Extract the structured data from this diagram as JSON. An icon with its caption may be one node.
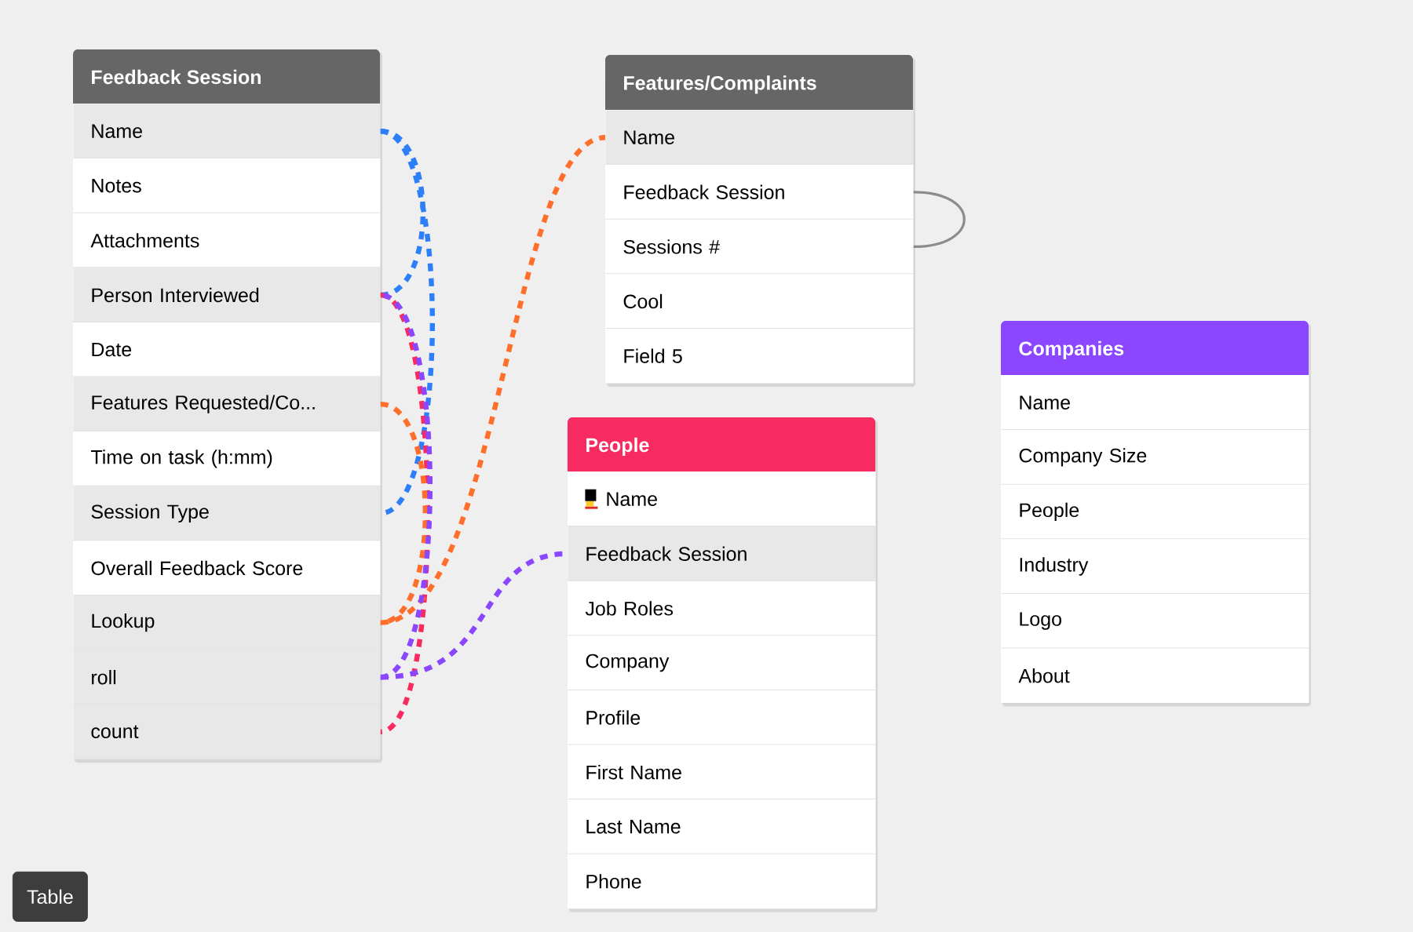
{
  "diagram": {
    "nodes": [
      {
        "text": [
          "Feedback Session"
        ]
      },
      {
        "text": [
          "Name"
        ],
        "in": 0
      },
      {
        "text": [
          "Notes"
        ],
        "in": 0
      },
      {
        "text": [
          "Attachments"
        ],
        "in": 0
      },
      {
        "text": [
          "Person Interviewed"
        ],
        "in": 0
      },
      {
        "text": [
          "Date"
        ],
        "in": 0
      },
      {
        "text": [
          "Features Requested/Co..."
        ],
        "in": 0
      },
      {
        "text": [
          "Time on task (h:mm)"
        ],
        "in": 0
      },
      {
        "text": [
          "Session Type"
        ],
        "in": 0
      },
      {
        "text": [
          "Overall Feedback Score"
        ],
        "in": 0
      },
      {
        "text": [
          "Lookup"
        ],
        "in": 0
      },
      {
        "text": [
          "roll"
        ],
        "in": 0
      },
      {
        "text": [
          "count"
        ],
        "in": 0
      },
      {
        "text": [
          "Features/Complaints"
        ]
      },
      {
        "text": [
          "Name"
        ],
        "in": 13
      },
      {
        "text": [
          "Feedback Session"
        ],
        "in": 13
      },
      {
        "text": [
          "Sessions #"
        ],
        "in": 13
      },
      {
        "text": [
          "Cool"
        ],
        "in": 13
      },
      {
        "text": [
          "Field 5"
        ],
        "in": 13
      },
      {
        "text": [
          "People"
        ]
      },
      {
        "text": [
          "Name"
        ],
        "in": 19
      },
      {
        "text": [
          "Feedback Session"
        ],
        "in": 19
      },
      {
        "text": [
          "Job Roles"
        ],
        "in": 19
      },
      {
        "text": [
          "Company"
        ],
        "in": 19
      },
      {
        "text": [
          "Profile"
        ],
        "in": 19
      },
      {
        "text": [
          "First Name"
        ],
        "in": 19
      },
      {
        "text": [
          "Last Name"
        ],
        "in": 19
      },
      {
        "text": [
          "Phone"
        ],
        "in": 19
      },
      {
        "text": [
          "Companies"
        ]
      },
      {
        "text": [
          "Name"
        ],
        "in": 28
      },
      {
        "text": [
          "Company Size"
        ],
        "in": 28
      },
      {
        "text": [
          "People"
        ],
        "in": 28
      },
      {
        "text": [
          "Industry"
        ],
        "in": 28
      },
      {
        "text": [
          "Logo"
        ],
        "in": 28
      },
      {
        "text": [
          "About"
        ],
        "in": 28
      },
      {
        "text": [
          "Table"
        ]
      }
    ],
    "edges": [
      {
        "from": 1,
        "to": 4,
        "arrow": "none",
        "style": "dashed",
        "color": "#2d7ff9"
      },
      {
        "from": 1,
        "to": 8,
        "arrow": "none",
        "style": "dashed",
        "color": "#2d7ff9"
      },
      {
        "from": 4,
        "to": 12,
        "arrow": "none",
        "style": "dashed",
        "color": "#f82b60"
      },
      {
        "from": 6,
        "to": 10,
        "arrow": "none",
        "style": "dashed",
        "color": "#ff6f2c"
      },
      {
        "from": 10,
        "to": 14,
        "arrow": "none",
        "style": "dashed",
        "color": "#ff6f2c"
      },
      {
        "from": 11,
        "to": 21,
        "arrow": "none",
        "style": "dashed",
        "color": "#8b46ff"
      },
      {
        "from": 11,
        "to": 4,
        "arrow": "none",
        "style": "dashed",
        "color": "#8b46ff"
      },
      {
        "from": 15,
        "to": 16,
        "arrow": "none",
        "color": "#8c8c8c"
      }
    ]
  }
}
